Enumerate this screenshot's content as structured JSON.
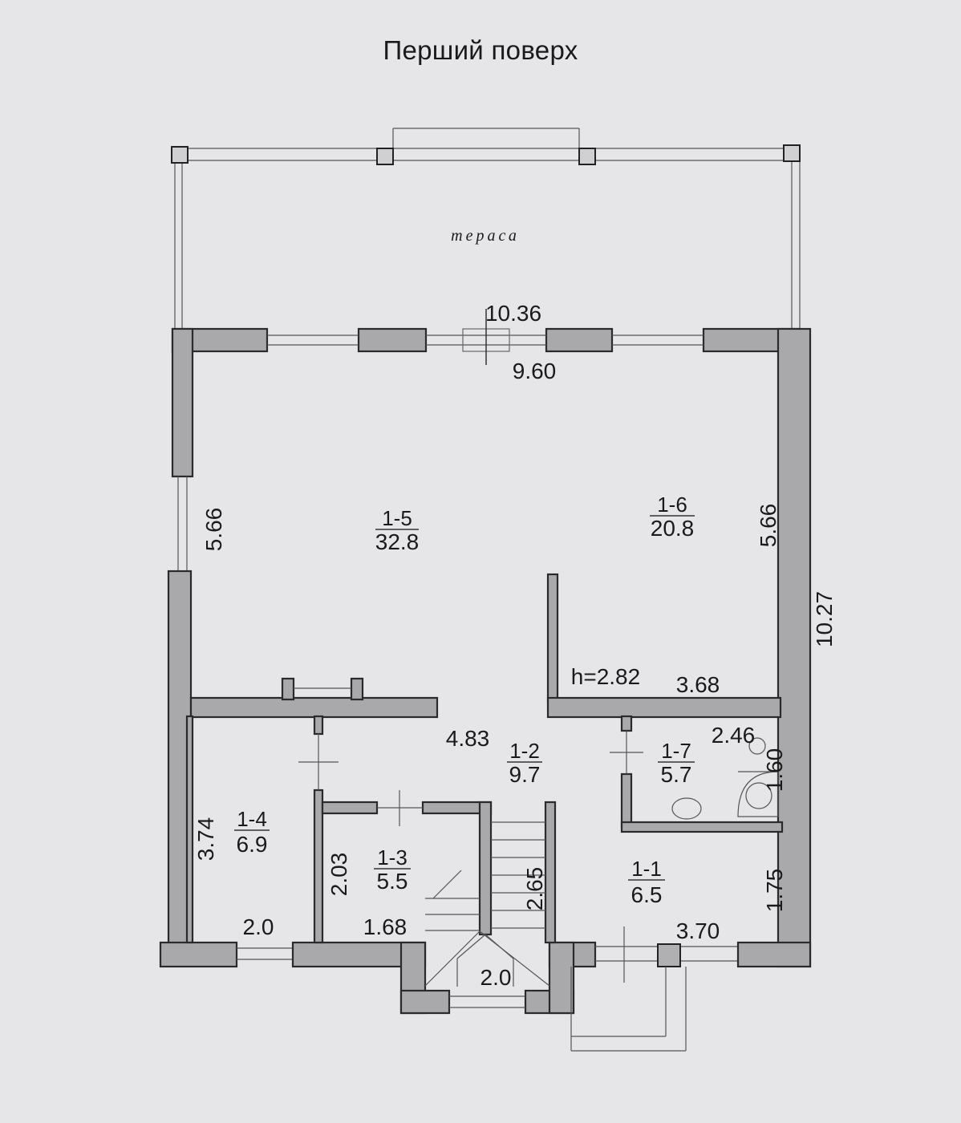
{
  "title": "Перший поверх",
  "terrace_label": "тераса",
  "rooms": [
    {
      "id": "1-5",
      "area": "32.8"
    },
    {
      "id": "1-6",
      "area": "20.8"
    },
    {
      "id": "1-2",
      "area": "9.7"
    },
    {
      "id": "1-7",
      "area": "5.7"
    },
    {
      "id": "1-4",
      "area": "6.9"
    },
    {
      "id": "1-3",
      "area": "5.5"
    },
    {
      "id": "1-1",
      "area": "6.5"
    }
  ],
  "dimensions": {
    "overall_width": "10.36",
    "inner_width": "9.60",
    "left_height": "5.66",
    "right_height": "5.66",
    "overall_height": "10.27",
    "ceiling_height": "h=2.82",
    "room_1_6_width": "3.68",
    "hall_width": "4.83",
    "room_1_7_width": "2.46",
    "room_1_7_height": "1.60",
    "room_1_4_height": "3.74",
    "room_1_4_width": "2.0",
    "room_1_3_height": "2.03",
    "room_1_3_width": "1.68",
    "stair_height": "2.65",
    "stair_width": "2.0",
    "room_1_1_height": "1.75",
    "room_1_1_width": "3.70"
  }
}
